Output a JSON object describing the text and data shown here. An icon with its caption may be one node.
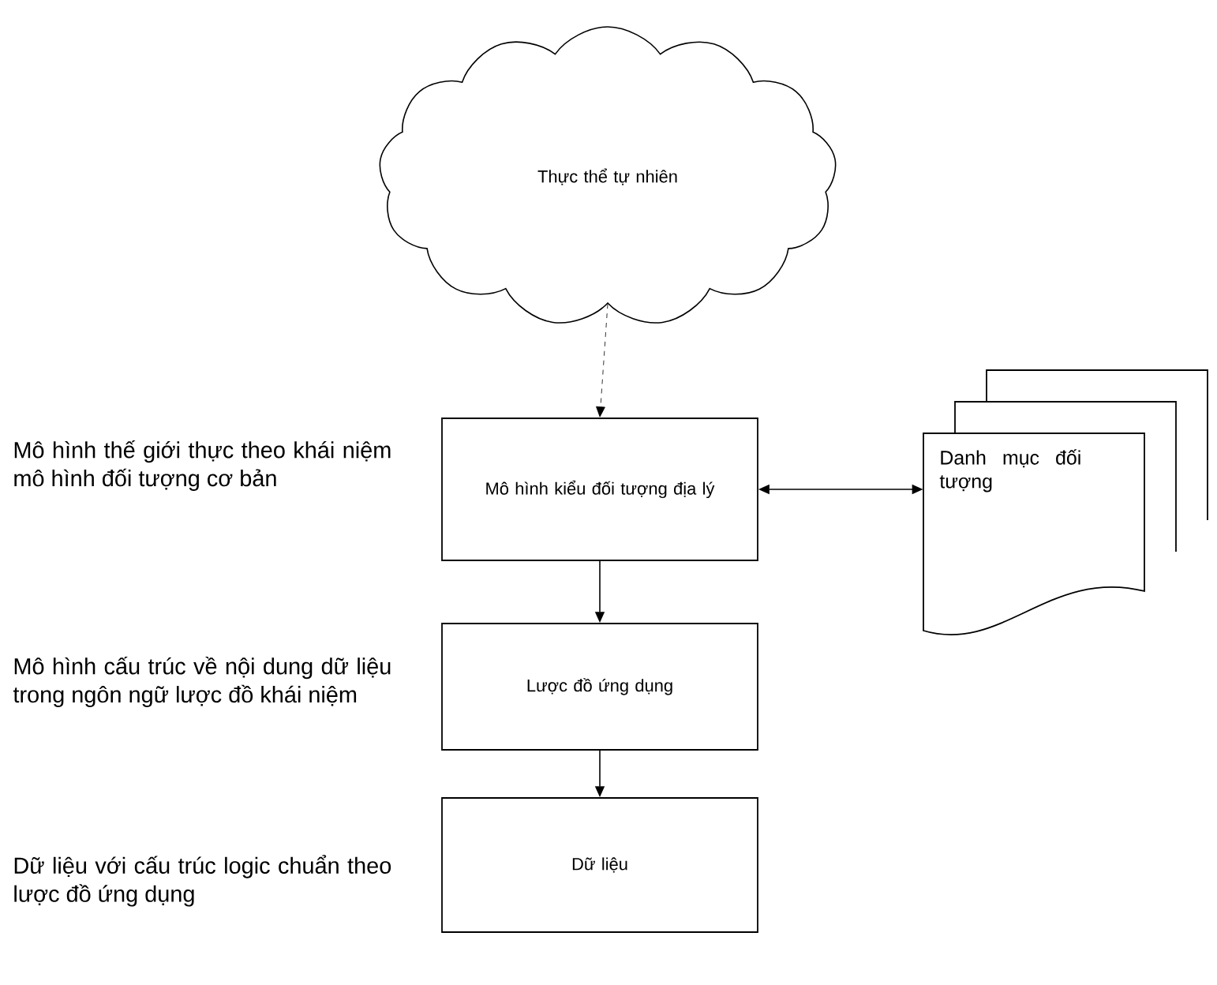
{
  "diagram": {
    "nodes": [
      {
        "text": [
          "Thực thể tự nhiên"
        ]
      },
      {
        "text": [
          "Mô hình kiểu đối tượng địa lý"
        ]
      },
      {
        "text": [
          "Danh mục đối tượng"
        ]
      },
      {
        "text": [
          "Lược đồ ứng dụng"
        ]
      },
      {
        "text": [
          "Dữ liệu"
        ]
      }
    ],
    "edges": [
      {
        "from": 0,
        "to": 1,
        "arrow": "to",
        "style": "dashed"
      },
      {
        "from": 1,
        "to": 2,
        "arrow": "both"
      },
      {
        "from": 1,
        "to": 3,
        "arrow": "to"
      },
      {
        "from": 3,
        "to": 4,
        "arrow": "to"
      }
    ],
    "labels": [
      "Mô hình thế giới thực theo khái niệm mô hình đối tượng cơ bản",
      "Mô hình cấu trúc về nội dung dữ liệu trong ngôn ngữ lược đồ khái niệm",
      "Dữ liệu với cấu trúc logic chuẩn theo lược đồ ứng dụng"
    ]
  }
}
